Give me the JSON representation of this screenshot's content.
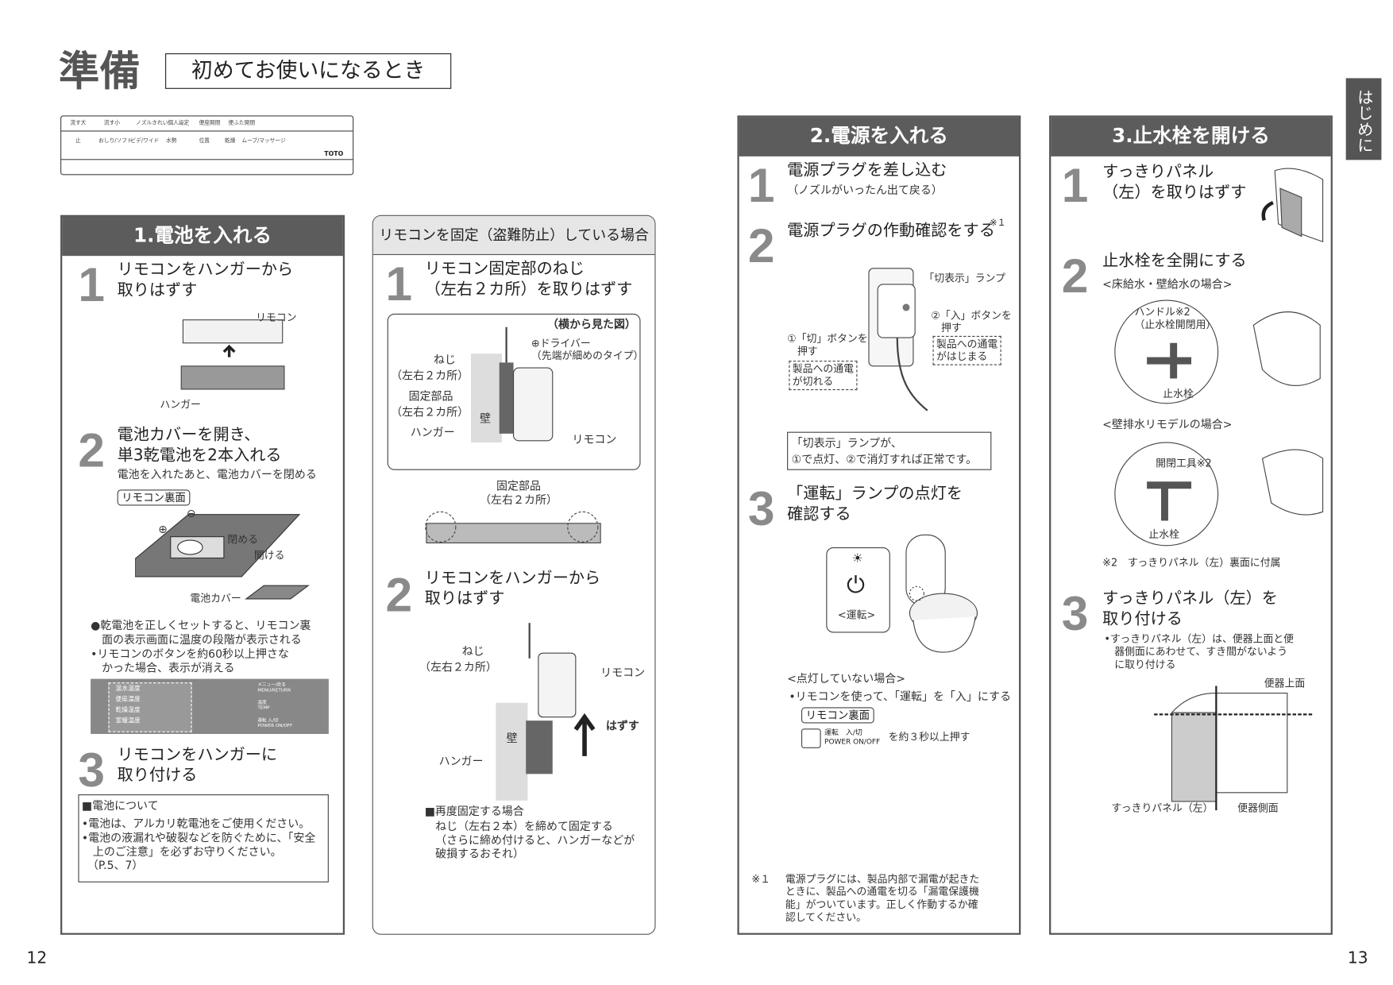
{
  "header": {
    "title": "準備",
    "subtitle": "初めてお使いになるとき"
  },
  "side_tab": "はじめに",
  "page_numbers": {
    "left": "12",
    "right": "13"
  },
  "remote_strip": {
    "top": [
      "流す大",
      "流す小",
      "ノズルきれい",
      "個人設定",
      "便座開閉",
      "便ふた開閉"
    ],
    "bottom": [
      "止",
      "おしり/ソフト",
      "ビデ/ワイド",
      "水勢",
      "位置",
      "乾燥",
      "ムーブ/マッサージ"
    ],
    "brand": "TOTO"
  },
  "panel1": {
    "title": "1.電池を入れる",
    "step1": {
      "num": "1",
      "text": "リモコンをハンガーから\n取りはずす",
      "label_remote": "リモコン",
      "label_hanger": "ハンガー"
    },
    "step2": {
      "num": "2",
      "text": "電池カバーを開き、\n単3乾電池を2本入れる",
      "sub": "電池を入れたあと、電池カバーを閉める",
      "tag": "リモコン裏面",
      "labels": {
        "minus": "⊖",
        "plus": "⊕",
        "close": "閉める",
        "open": "開ける",
        "cover": "電池カバー"
      },
      "note1": "●乾電池を正しくセットすると、リモコン裏\n　面の表示画面に温度の段階が表示される",
      "note2": "•リモコンのボタンを約60秒以上押さな\n　かった場合、表示が消える",
      "display": {
        "rows": [
          "温水温度",
          "便座温度",
          "乾燥温度",
          "室暖温度"
        ],
        "menu": "メニュー/戻る\nMENU/RETURN",
        "temp": "温度\nTEMP",
        "power": "運転 入/切\nPOWER ON/OFF"
      }
    },
    "step3": {
      "num": "3",
      "text": "リモコンをハンガーに\n取り付ける"
    },
    "battery_box": {
      "title": "■電池について",
      "items": [
        "•電池は、アルカリ乾電池をご使用ください。",
        "•電池の液漏れや破裂などを防ぐために、「安全\n　上のご注意」を必ずお守りください。\n　（P.5、7）"
      ]
    }
  },
  "panel_fixed": {
    "title": "リモコンを固定（盗難防止）している場合",
    "step1": {
      "num": "1",
      "text": "リモコン固定部のねじ\n（左右２カ所）を取りはずす",
      "view": "（横から見た図）",
      "driver": "⊕ドライバー\n（先端が細めのタイプ）",
      "screw": "ねじ",
      "both1": "（左右２カ所）",
      "part": "固定部品",
      "both2": "（左右２カ所）",
      "hanger": "ハンガー",
      "wall": "壁",
      "remote": "リモコン",
      "part_below": "固定部品\n（左右２カ所）"
    },
    "step2": {
      "num": "2",
      "text": "リモコンをハンガーから\n取りはずす",
      "screw": "ねじ",
      "both": "（左右２カ所）",
      "remote": "リモコン",
      "remove": "はずす",
      "wall": "壁",
      "hanger": "ハンガー"
    },
    "refix": {
      "title": "■再度固定する場合",
      "text": "ねじ（左右２本）を締めて固定する\n（さらに締め付けると、ハンガーなどが\n破損するおそれ）"
    }
  },
  "panel2": {
    "title": "2.電源を入れる",
    "step1": {
      "num": "1",
      "text": "電源プラグを差し込む",
      "sub": "（ノズルがいったん出て戻る）"
    },
    "step2": {
      "num": "2",
      "text": "電源プラグの作動確認をする",
      "mark": "※１",
      "lamp": "「切表示」ランプ",
      "on_btn": "②「入」ボタンを\n　押す",
      "on_note": "製品への通電\nがはじまる",
      "off_btn": "①「切」ボタンを\n　押す",
      "off_note": "製品への通電\nが切れる",
      "check": "「切表示」ランプが、\n①で点灯、②で消灯すれば正常です。"
    },
    "step3": {
      "num": "3",
      "text": "「運転」ランプの点灯を\n確認する",
      "lamp_label": "<運転>",
      "not_lit": "<点灯していない場合>",
      "instruction": "•リモコンを使って、「運転」を「入」にする",
      "tag": "リモコン裏面",
      "button": "運転　入/切\nPOWER ON/OFF",
      "press": "を約３秒以上押す"
    },
    "footnote": {
      "mark": "※１",
      "text": "電源プラグには、製品内部で漏電が起きた\nときに、製品への通電を切る「漏電保護機\n能」がついています。正しく作動するか確\n認してください。"
    }
  },
  "panel3": {
    "title": "3.止水栓を開ける",
    "step1": {
      "num": "1",
      "text": "すっきりパネル\n（左）を取りはずす"
    },
    "step2": {
      "num": "2",
      "text": "止水栓を全開にする",
      "case1": "<床給水・壁給水の場合>",
      "handle": "ハンドル※2\n（止水栓開閉用）",
      "valve1": "止水栓",
      "case2": "<壁排水リモデルの場合>",
      "tool": "開閉工具※2",
      "valve2": "止水栓",
      "note": "※2　すっきりパネル（左）裏面に付属"
    },
    "step3": {
      "num": "3",
      "text": "すっきりパネル（左）を\n取り付ける",
      "sub": "•すっきりパネル（左）は、便器上面と便\n　器側面にあわせて、すき間がないよう\n　に取り付ける",
      "top": "便器上面",
      "panel": "すっきりパネル（左）",
      "side": "便器側面"
    }
  }
}
